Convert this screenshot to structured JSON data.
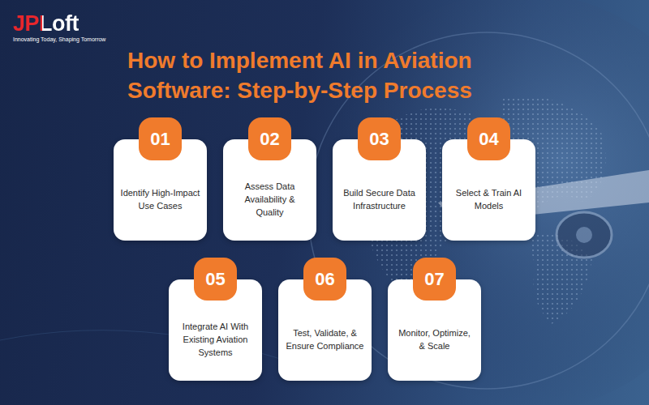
{
  "diagram": {
    "title": "How to Implement AI in Aviation Software: Step-by-Step Process",
    "nodes": [
      {
        "text": [
          "01",
          "Identify High-Impact Use Cases"
        ]
      },
      {
        "text": [
          "02",
          "Assess Data Availability & Quality"
        ]
      },
      {
        "text": [
          "03",
          "Build Secure Data Infrastructure"
        ]
      },
      {
        "text": [
          "04",
          "Select & Train AI Models"
        ]
      },
      {
        "text": [
          "05",
          "Integrate AI With Existing Aviation Systems"
        ]
      },
      {
        "text": [
          "06",
          "Test, Validate, & Ensure Compliance"
        ]
      },
      {
        "text": [
          "07",
          "Monitor, Optimize, & Scale"
        ]
      }
    ],
    "labels": [
      "JPLoft",
      "Innovating Today, Shaping Tomorrow"
    ]
  }
}
